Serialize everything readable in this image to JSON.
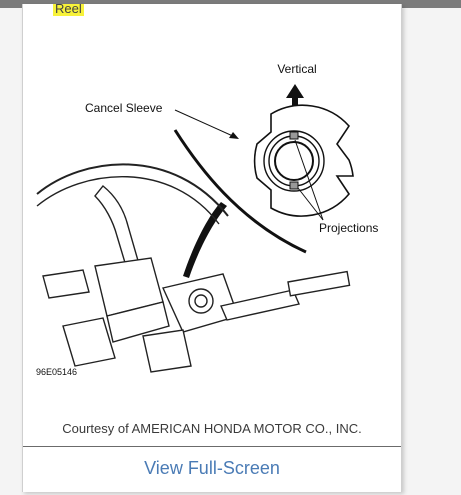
{
  "snippet": {
    "highlighted_text": "Reel"
  },
  "figure": {
    "labels": {
      "vertical": "Vertical",
      "cancel_sleeve": "Cancel Sleeve",
      "projections": "Projections",
      "figure_code": "96E05146"
    }
  },
  "caption": {
    "text": "Courtesy of AMERICAN HONDA MOTOR CO., INC."
  },
  "actions": {
    "view_fullscreen": "View Full-Screen"
  },
  "colors": {
    "link": "#4a7bb5",
    "highlight": "#f7f23a",
    "top_bar": "#7b7b7b"
  }
}
